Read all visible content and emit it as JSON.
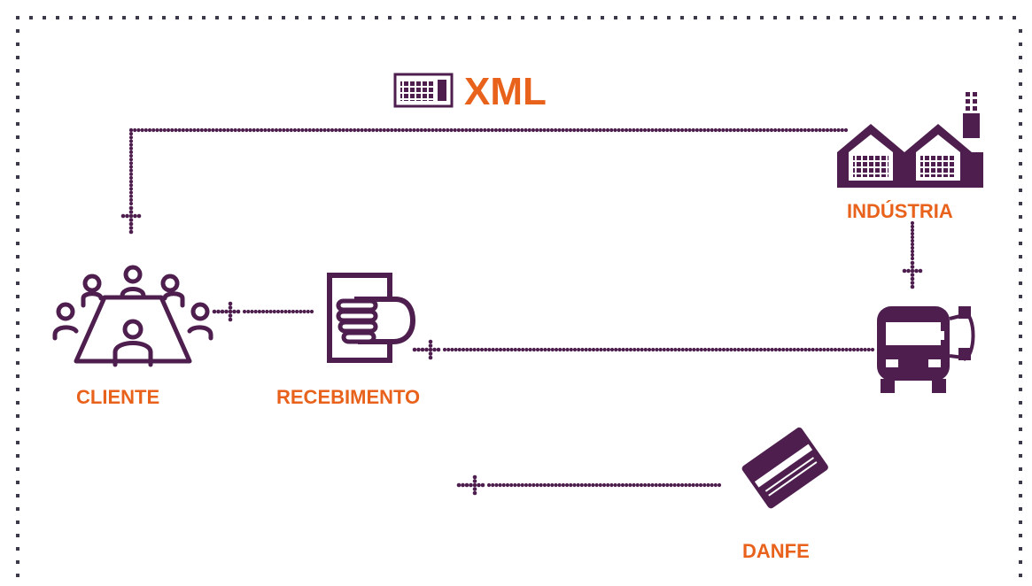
{
  "colors": {
    "purple": "#4e1f4e",
    "orange": "#e8621c",
    "frame": "#3a3a4a"
  },
  "xml_label": "XML",
  "nodes": {
    "industria": {
      "label": "INDÚSTRIA",
      "icon": "factory-icon"
    },
    "cliente": {
      "label": "CLIENTE",
      "icon": "meeting-group-icon"
    },
    "recebimento": {
      "label": "RECEBIMENTO",
      "icon": "hand-document-icon"
    },
    "transporte": {
      "icon": "truck-icon"
    },
    "danfe": {
      "label": "DANFE",
      "icon": "card-document-icon"
    }
  },
  "flows": [
    {
      "from": "industria",
      "to": "cliente",
      "via": "xml_label"
    },
    {
      "from": "industria",
      "to": "transporte"
    },
    {
      "from": "transporte",
      "to": "recebimento"
    },
    {
      "from": "recebimento",
      "to": "cliente"
    },
    {
      "from": "danfe",
      "to": "recebimento"
    }
  ]
}
